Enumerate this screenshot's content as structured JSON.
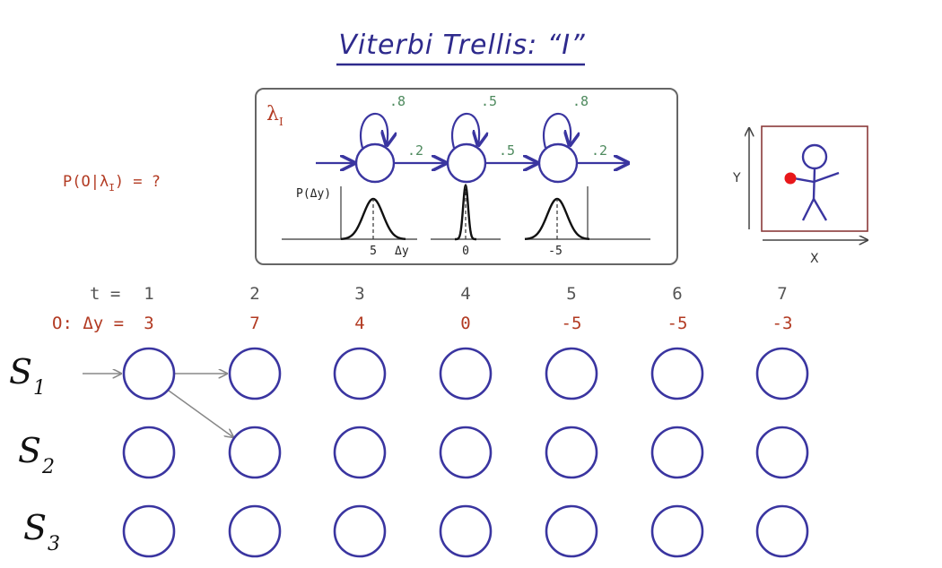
{
  "title": "Viterbi Trellis: “I”",
  "question": {
    "prefix": "P(O|λ",
    "sub": "I",
    "suffix": ") = ?"
  },
  "model": {
    "lambda": "λ",
    "lambda_sub": "I",
    "self_probs": [
      ".8",
      ".5",
      ".8"
    ],
    "trans_probs": [
      ".2",
      ".5",
      ".2"
    ],
    "density_ylabel": "P(Δy)",
    "density_xlabel": "Δy",
    "means": [
      "5",
      "0",
      "-5"
    ]
  },
  "scene": {
    "y_axis": "Y",
    "x_axis": "X"
  },
  "trellis": {
    "time_prefix": "t =",
    "obs_prefix": "O: Δy =",
    "times": [
      "1",
      "2",
      "3",
      "4",
      "5",
      "6",
      "7"
    ],
    "observations": [
      "3",
      "7",
      "4",
      "0",
      "-5",
      "-5",
      "-3"
    ],
    "states": [
      {
        "label": "S",
        "sub": "1"
      },
      {
        "label": "S",
        "sub": "2"
      },
      {
        "label": "S",
        "sub": "3"
      }
    ]
  },
  "colors": {
    "ink_blue": "#3a35a0",
    "accent_red": "#b23a22",
    "prob_green": "#4e8a5e",
    "dot_red": "#e8171a"
  }
}
